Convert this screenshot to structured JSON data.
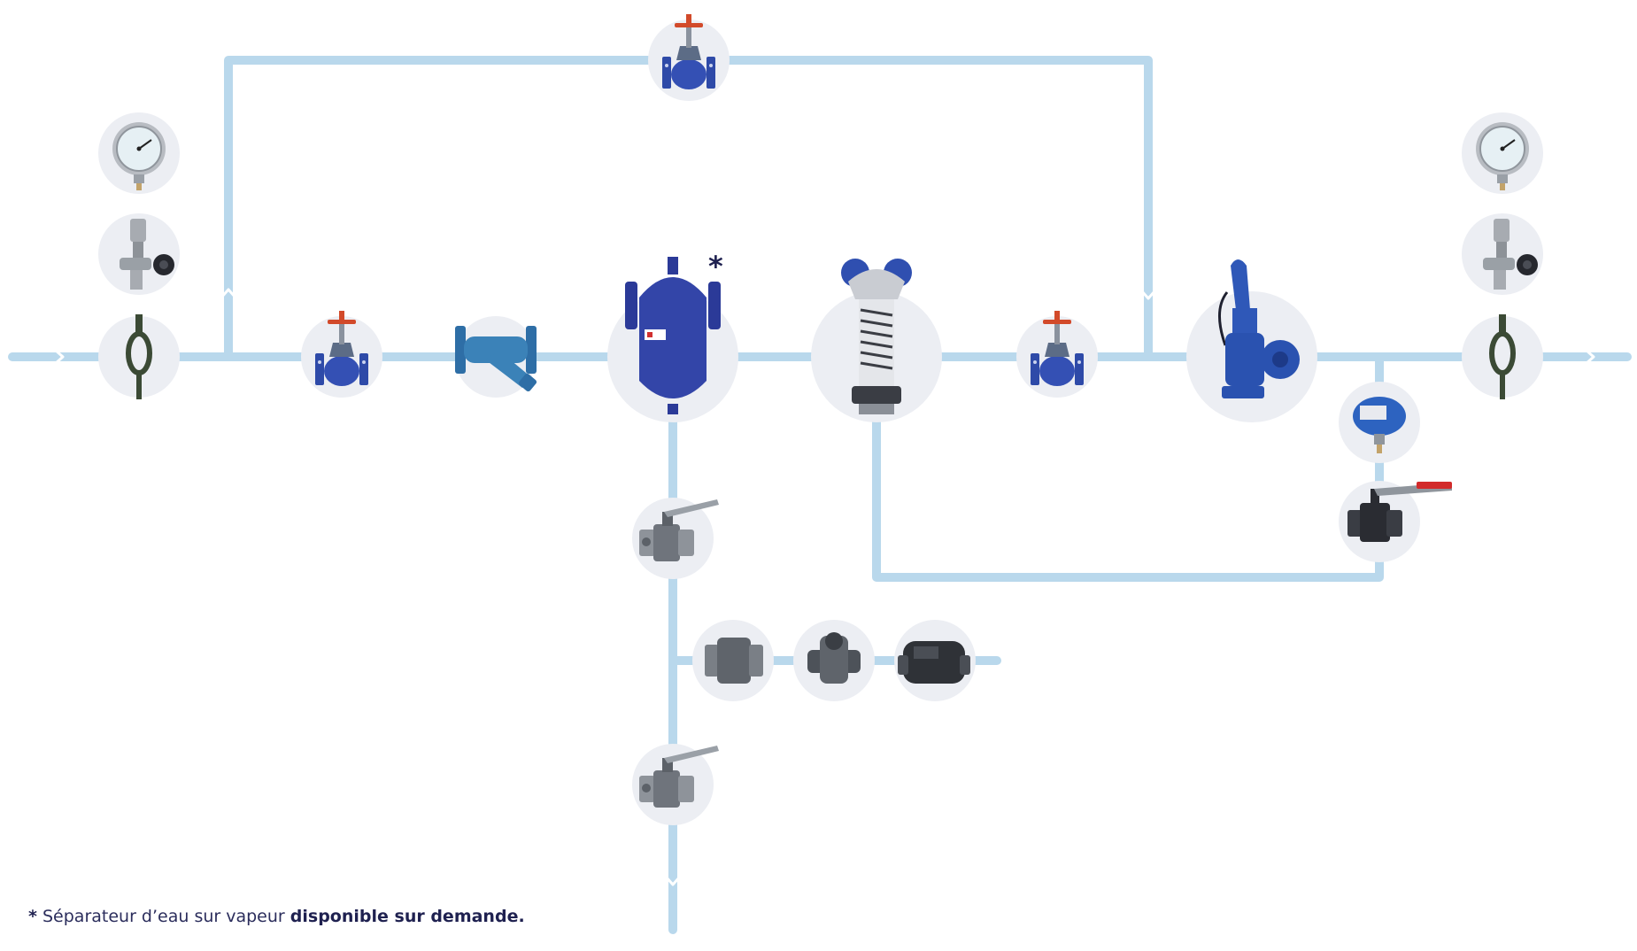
{
  "diagram": {
    "asterisk": "*",
    "footnote": {
      "star": "*",
      "text": "Séparateur d’eau sur vapeur",
      "bold": "disponible sur demande."
    },
    "colors": {
      "pipe": "#b9d8ec",
      "node_bg": "#eceef3",
      "valve_blue": "#2e4aa8",
      "valve_steel": "#5c6c86",
      "handwheel_red": "#d24a2a",
      "steel": "#6c7178",
      "dark_steel": "#303238",
      "gauge_face": "#e6f0f4",
      "text_dark": "#1f2150"
    },
    "components": [
      "pressure-gauge-inlet",
      "gauge-isolation-valve-inlet",
      "siphon-pipe-inlet",
      "globe-valve-bypass",
      "globe-valve-inlet",
      "y-strainer",
      "steam-separator",
      "pressure-reducing-valve",
      "globe-valve-outlet",
      "safety-valve",
      "expansion-vessel",
      "ball-valve-sensing-line",
      "ball-valve-drain-upper",
      "steam-trap-isolation",
      "thermodynamic-steam-trap",
      "float-steam-trap",
      "ball-valve-drain-lower",
      "pressure-gauge-outlet",
      "gauge-isolation-valve-outlet",
      "siphon-pipe-outlet"
    ]
  }
}
